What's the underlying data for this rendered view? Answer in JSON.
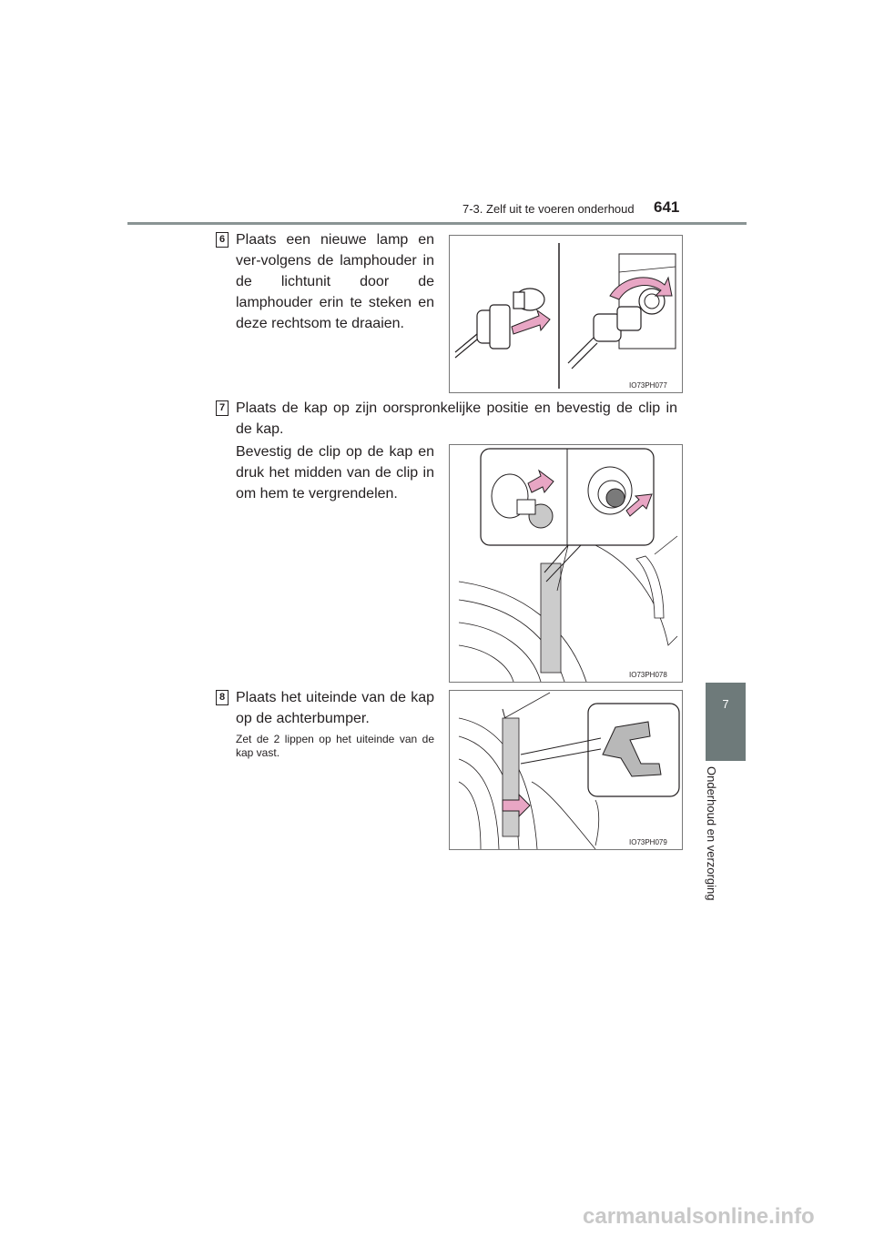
{
  "header": {
    "title": "7-3. Zelf uit te voeren onderhoud",
    "page_number": "641"
  },
  "side_tab": {
    "chapter_number": "7",
    "chapter_label": "Onderhoud en verzorging"
  },
  "steps": [
    {
      "number": "6",
      "text": "Plaats een nieuwe lamp en ver-volgens de lamphouder in de lichtunit door de lamphouder erin te steken en deze rechtsom te draaien.",
      "figure_code": "IO73PH077"
    },
    {
      "number": "7",
      "text": "Plaats de kap op zijn oorspronkelijke positie en bevestig de clip in de kap.",
      "sub_text": "Bevestig de clip op de kap en druk het midden van de clip in om hem te vergrendelen.",
      "figure_code": "IO73PH078"
    },
    {
      "number": "8",
      "text": "Plaats het uiteinde van de kap op de achterbumper.",
      "note": "Zet de 2 lippen op het uiteinde van de kap vast.",
      "figure_code": "IO73PH079"
    }
  ],
  "colors": {
    "arrow_pink": "#e8a6c4",
    "rule_gray": "#8a9494",
    "tab_gray": "#6e7a7a"
  },
  "watermark": "carmanualsonline.info"
}
